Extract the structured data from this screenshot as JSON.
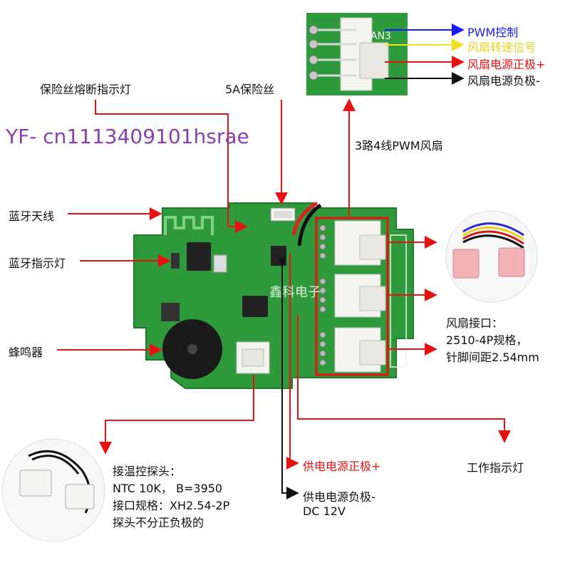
{
  "watermark": "YF- cn1113409101hsrae",
  "pcb_overlay": "鑫科电子",
  "labels": {
    "fuse_indicator": "保险丝熔断指示灯",
    "fuse_5a": "5A保险丝",
    "fan_3way": "3路4线PWM风扇",
    "bt_antenna": "蓝牙天线",
    "bt_indicator": "蓝牙指示灯",
    "buzzer": "蜂鸣器",
    "fan_port": [
      "风扇接口：",
      "2510-4P规格，",
      "针脚间距2.54mm"
    ],
    "power_positive": "供电电源正极+",
    "work_indicator": "工作指示灯",
    "power_negative": [
      "供电电源负极-",
      "DC 12V"
    ],
    "temp_probe": [
      "接温控探头：",
      "NTC 10K，  B=3950",
      "接口规格：XH2.54-2P",
      "探头不分正负极的"
    ]
  },
  "fan_pins": [
    {
      "label": "PWM控制",
      "color": "#1a1aff"
    },
    {
      "label": "风扇转速信号",
      "color": "#f0e020"
    },
    {
      "label": "风扇电源正极+",
      "color": "#e81010"
    },
    {
      "label": "风扇电源负极-",
      "color": "#111111"
    }
  ],
  "colors": {
    "arrow": "#e81010",
    "pcb": "#2e9a3c",
    "pcb_dark": "#1f7a2c",
    "silk": "#ffffff"
  }
}
